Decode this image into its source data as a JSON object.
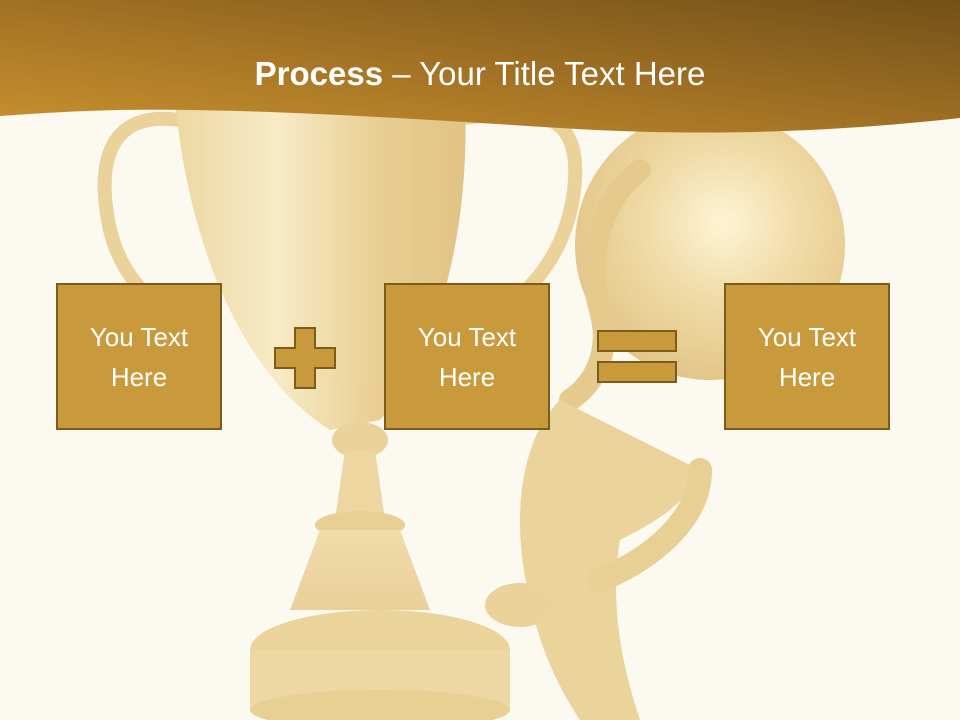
{
  "slide": {
    "title_bold": "Process",
    "title_dash": " – ",
    "title_rest": "Your Title Text Here"
  },
  "process": {
    "box1_text": "You Text Here",
    "operator1": "plus",
    "box2_text": "You Text Here",
    "operator2": "equals",
    "box3_text": "You Text Here"
  },
  "colors": {
    "band_dark": "#7a561a",
    "band_light": "#c9922e",
    "box_fill": "#c99a3c",
    "box_border": "#7d5c1b",
    "background": "#fcf9f1"
  },
  "background_art": {
    "description_icon": "gold-trophy-and-figure-holding-ball-icon"
  }
}
